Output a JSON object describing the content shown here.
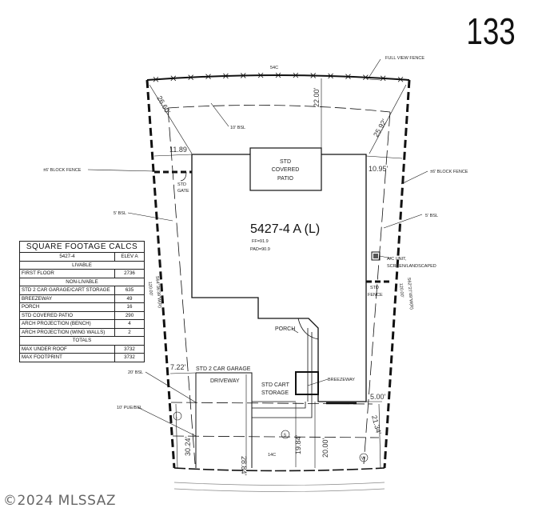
{
  "lot_number": "133",
  "watermark": "©2024 MLSSAZ",
  "plan": {
    "model": "5427-4 A (L)",
    "ff": "FF=91.9",
    "pad": "PAD=90.9",
    "labels": {
      "top_arc": "54C",
      "bottom_arc": "14C",
      "full_view_fence": "FULL VIEW FENCE",
      "block_fence_left": "±6' BLOCK FENCE",
      "block_fence_right": "±6' BLOCK FENCE",
      "rear_bsl": "10' BSL",
      "side_bsl_left": "5' BSL",
      "side_bsl_right": "5' BSL",
      "front_bsl": "20' BSL",
      "pue_bsl": "10' PUE/BSL",
      "std_gate_1": "STD",
      "std_gate_2": "GATE",
      "covered_patio_1": "STD",
      "covered_patio_2": "COVERED",
      "covered_patio_3": "PATIO",
      "ac_unit_1": "A/C UNIT,",
      "ac_unit_2": "SCREEN/LANDSCAPED",
      "std_fence_1": "STD",
      "std_fence_2": "FENCE",
      "porch": "PORCH",
      "garage": "STD 2 CAR GARAGE",
      "driveway": "DRIVEWAY",
      "cart_storage_1": "STD CART",
      "cart_storage_2": "STORAGE",
      "breezeway": "BREEZEWAY",
      "bearing_left": "S64°36'39\"W(R)",
      "length_left": "120.00'",
      "bearing_right": "S62°27'49\"W(R)",
      "length_right": "120.00'",
      "marker_l": "L",
      "marker_s": "S",
      "marker_w": "W"
    },
    "dimensions": {
      "d_26_60": "26.60'",
      "d_22_00": "22.00'",
      "d_25_92": "25.92'",
      "d_11_89": "11.89",
      "d_10_95": "10.95'",
      "d_7_22": "7.22'",
      "d_5_00": "5.00'",
      "d_30_24": "30.24'",
      "d_28_84": "28.84'",
      "d_19_84": "19.84'",
      "d_20_00": "20.00'",
      "d_21_34": "21.34'"
    }
  },
  "sqft_table": {
    "title": "SQUARE FOOTAGE CALCS",
    "plan": "5427-4",
    "elev": "ELEV A",
    "livable_header": "LIVABLE",
    "livable": [
      {
        "label": "FIRST FLOOR",
        "value": "2736"
      }
    ],
    "nonlivable_header": "NON-LIVABLE",
    "nonlivable": [
      {
        "label": "STD 2 CAR GARAGE/CART STORAGE",
        "value": "635"
      },
      {
        "label": "BREEZEWAY",
        "value": "49"
      },
      {
        "label": "PORCH",
        "value": "16"
      },
      {
        "label": "STD COVERED PATIO",
        "value": "290"
      },
      {
        "label": "ARCH PROJECTION (BENCH)",
        "value": "4"
      },
      {
        "label": "ARCH PROJECTION (WING WALLS)",
        "value": "2"
      }
    ],
    "totals_header": "TOTALS",
    "totals": [
      {
        "label": "MAX UNDER ROOF",
        "value": "3732"
      },
      {
        "label": "MAX FOOTPRINT",
        "value": "3732"
      }
    ]
  }
}
